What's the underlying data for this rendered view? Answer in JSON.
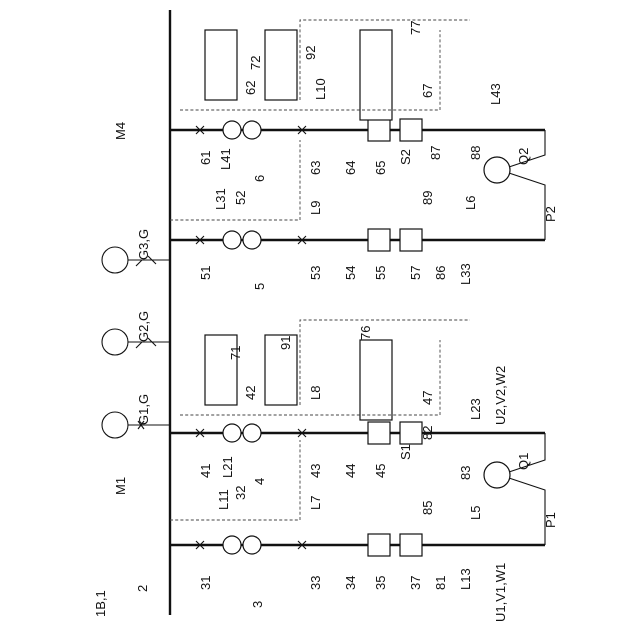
{
  "figure": {
    "id": "1B,1",
    "busbar": "2",
    "feeder_numbers": [
      "3",
      "4",
      "5",
      "6"
    ],
    "group_labels": [
      "M1",
      "M4"
    ],
    "generators": [
      "G1,G",
      "G2,G",
      "G3,G"
    ],
    "motors": [
      "Q1",
      "Q2"
    ],
    "propellers": [
      "P1",
      "P2"
    ],
    "phase_labels": [
      "U1,V1,W1",
      "U2,V2,W2"
    ],
    "switch_labels": [
      "S1",
      "S2"
    ],
    "labels": {
      "n31": "31",
      "n32": "32",
      "n33": "33",
      "n34": "34",
      "n35": "35",
      "n37": "37",
      "L7": "L7",
      "L11": "L11",
      "L13": "L13",
      "L5": "L5",
      "n81": "81",
      "n85": "85",
      "n41": "41",
      "n42": "42",
      "n43": "43",
      "n44": "44",
      "n45": "45",
      "n47": "47",
      "L8": "L8",
      "L21": "L21",
      "L23": "L23",
      "n82": "82",
      "n83": "83",
      "n71": "71",
      "n91": "91",
      "n76": "76",
      "n51": "51",
      "n52": "52",
      "n53": "53",
      "n54": "54",
      "n55": "55",
      "n57": "57",
      "L9": "L9",
      "L31": "L31",
      "L33": "L33",
      "L6": "L6",
      "n86": "86",
      "n89": "89",
      "n61": "61",
      "n62": "62",
      "n63": "63",
      "n64": "64",
      "n65": "65",
      "n67": "67",
      "L10": "L10",
      "L41": "L41",
      "L43": "L43",
      "n87": "87",
      "n88": "88",
      "n72": "72",
      "n92": "92",
      "n77": "77"
    }
  }
}
